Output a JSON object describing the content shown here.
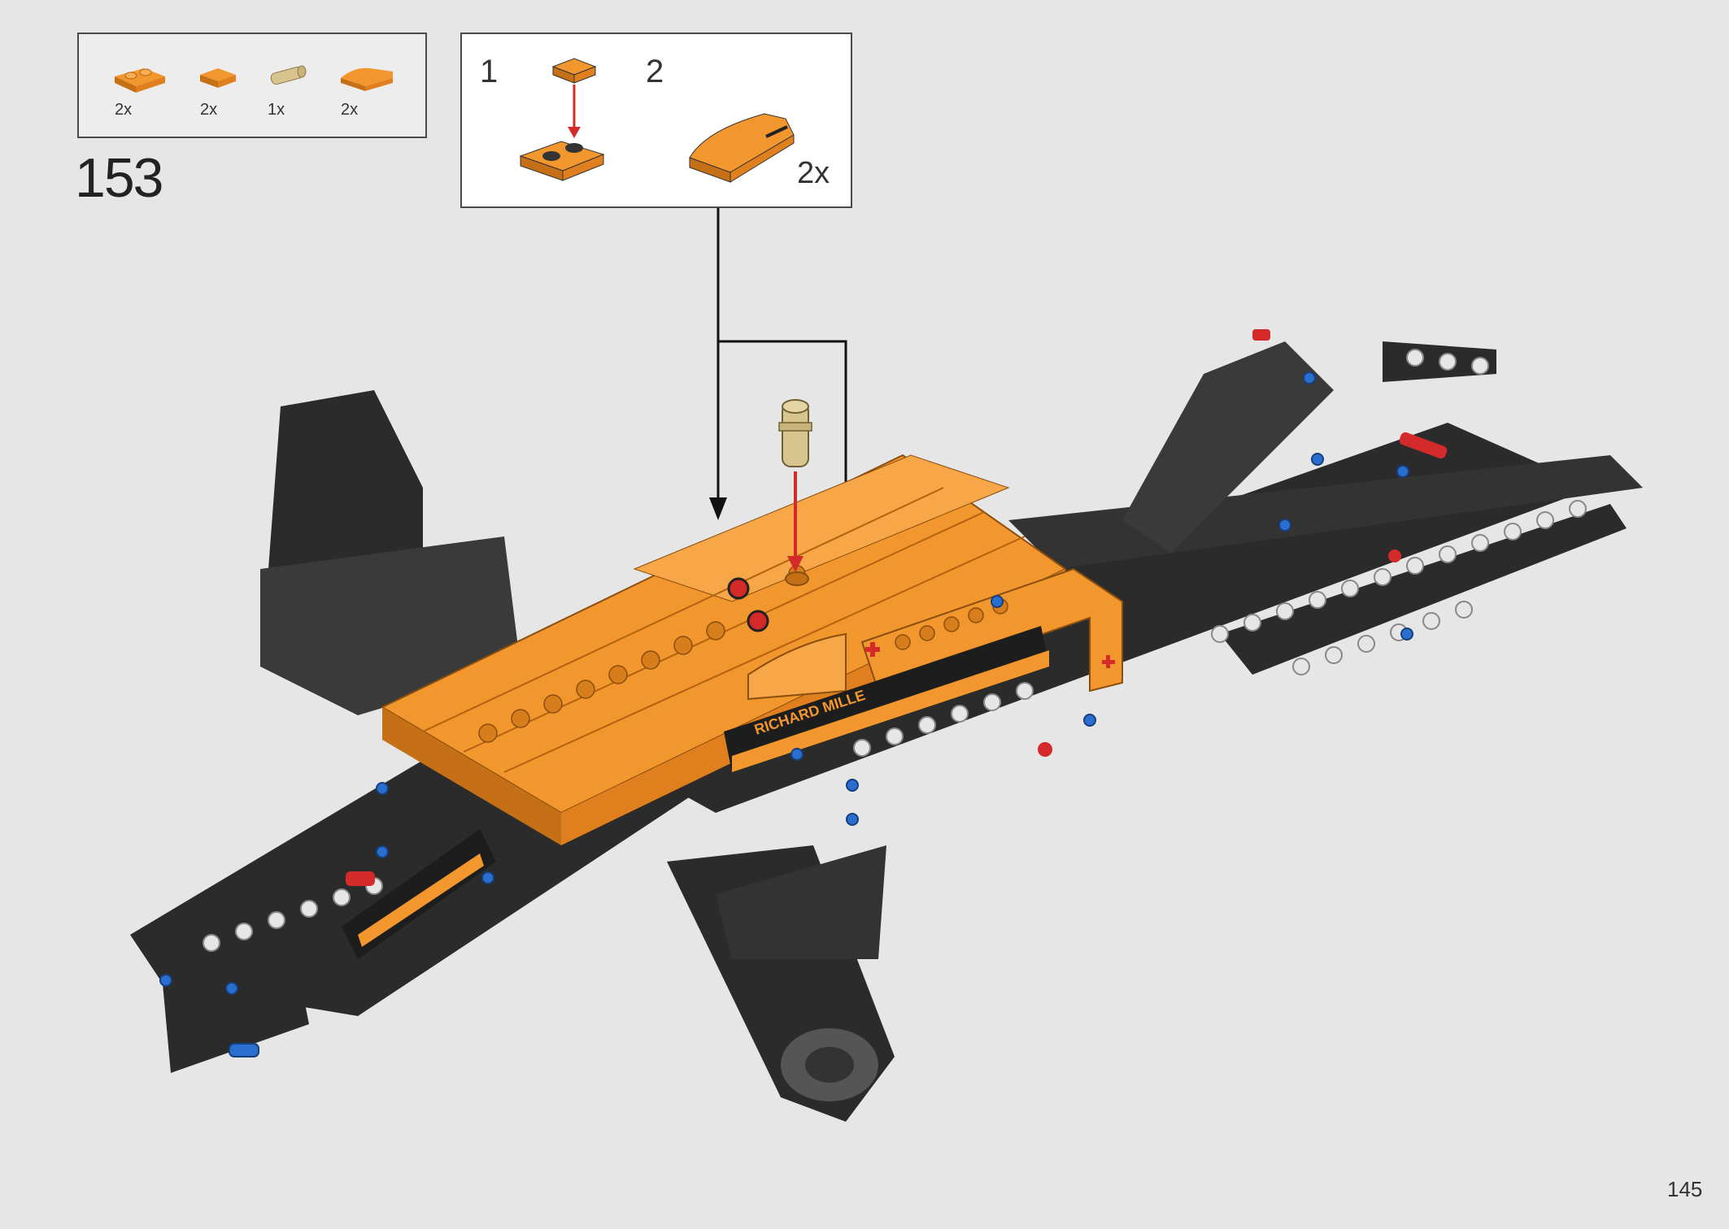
{
  "step": {
    "number": "153",
    "parts": [
      {
        "icon": "orange-plate-1x2-icon",
        "qty": "2x"
      },
      {
        "icon": "orange-tile-1x1-icon",
        "qty": "2x"
      },
      {
        "icon": "tan-pin-icon",
        "qty": "1x"
      },
      {
        "icon": "orange-curved-slope-icon",
        "qty": "2x"
      }
    ]
  },
  "sub_assembly": {
    "step1_label": "1",
    "step2_label": "2",
    "step2_qty": "2x"
  },
  "model": {
    "decal_text": "RICHARD MILLE"
  },
  "colors": {
    "orange": "#f2962e",
    "frame_black": "#2b2b2b",
    "arrow_red": "#d42a2a",
    "connector_blue": "#2a6fcf",
    "background": "#e6e6e6"
  },
  "page": {
    "number": "145"
  }
}
